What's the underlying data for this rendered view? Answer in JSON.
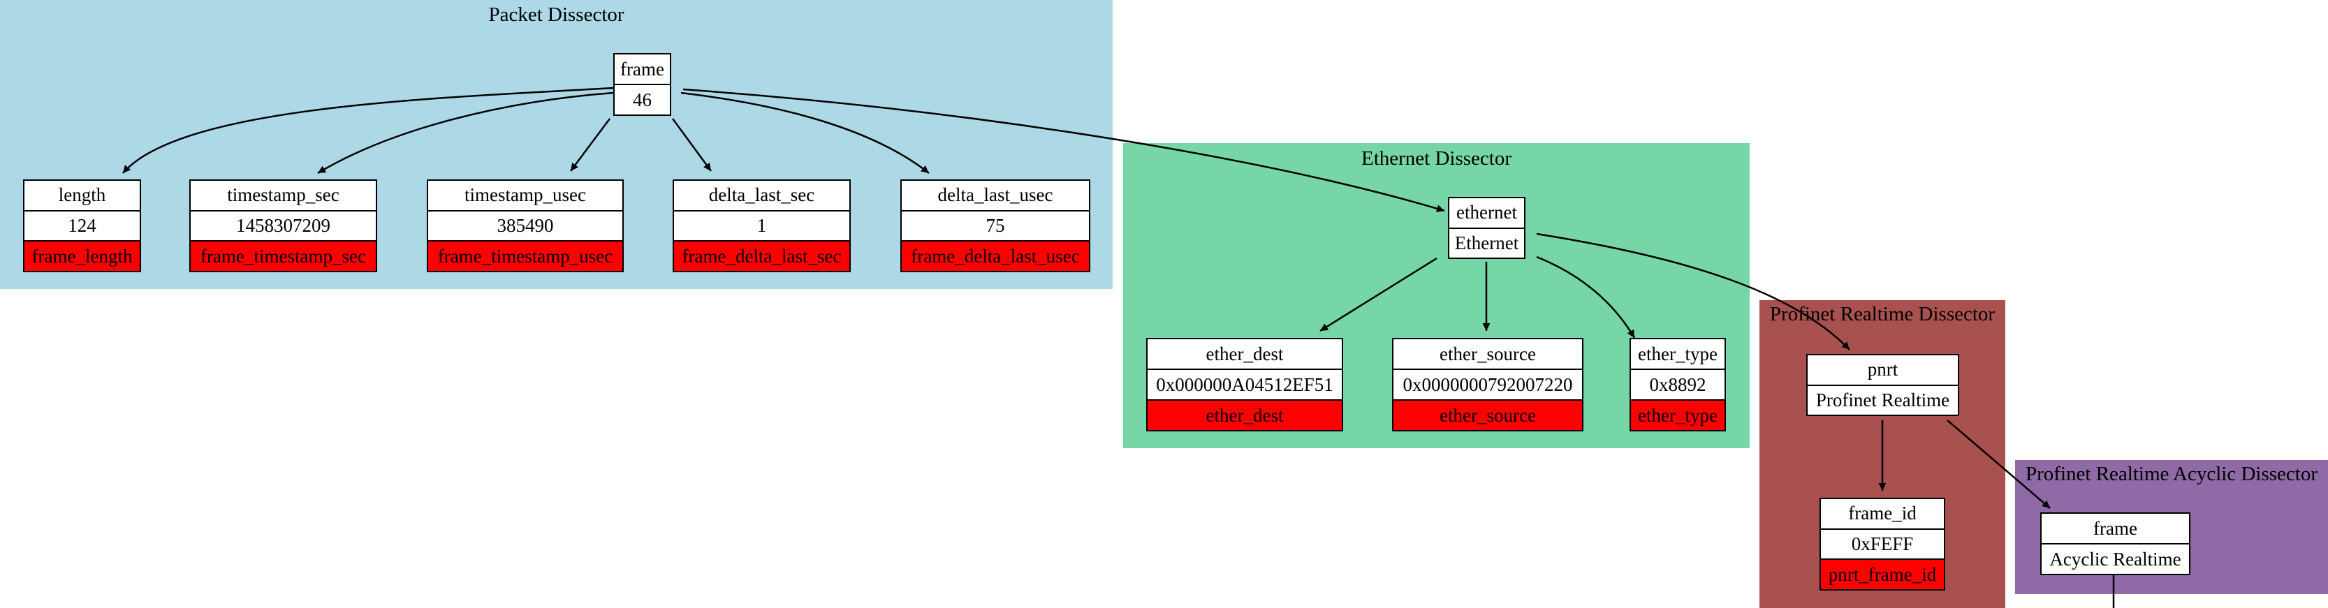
{
  "colors": {
    "packet": "#add8e6",
    "ethernet": "#76d6a8",
    "pnrt": "#a9514e",
    "acyclic": "#8f6aa6",
    "field_highlight": "#ff0000"
  },
  "clusters": {
    "packet": "Packet Dissector",
    "ethernet": "Ethernet Dissector",
    "pnrt": "Profinet Realtime Dissector",
    "acyclic": "Profinet Realtime Acyclic Dissector"
  },
  "nodes": {
    "frame": {
      "name": "frame",
      "value": "46"
    },
    "length": {
      "name": "length",
      "value": "124",
      "field": "frame_length"
    },
    "timestamp_sec": {
      "name": "timestamp_sec",
      "value": "1458307209",
      "field": "frame_timestamp_sec"
    },
    "timestamp_usec": {
      "name": "timestamp_usec",
      "value": "385490",
      "field": "frame_timestamp_usec"
    },
    "delta_last_sec": {
      "name": "delta_last_sec",
      "value": "1",
      "field": "frame_delta_last_sec"
    },
    "delta_last_usec": {
      "name": "delta_last_usec",
      "value": "75",
      "field": "frame_delta_last_usec"
    },
    "ethernet": {
      "name": "ethernet",
      "value": "Ethernet"
    },
    "ether_dest": {
      "name": "ether_dest",
      "value": "0x000000A04512EF51",
      "field": "ether_dest"
    },
    "ether_source": {
      "name": "ether_source",
      "value": "0x0000000792007220",
      "field": "ether_source"
    },
    "ether_type": {
      "name": "ether_type",
      "value": "0x8892",
      "field": "ether_type"
    },
    "pnrt": {
      "name": "pnrt",
      "value": "Profinet Realtime"
    },
    "frame_id": {
      "name": "frame_id",
      "value": "0xFEFF",
      "field": "pnrt_frame_id"
    },
    "acyclic_frame": {
      "name": "frame",
      "value": "Acyclic Realtime"
    }
  }
}
